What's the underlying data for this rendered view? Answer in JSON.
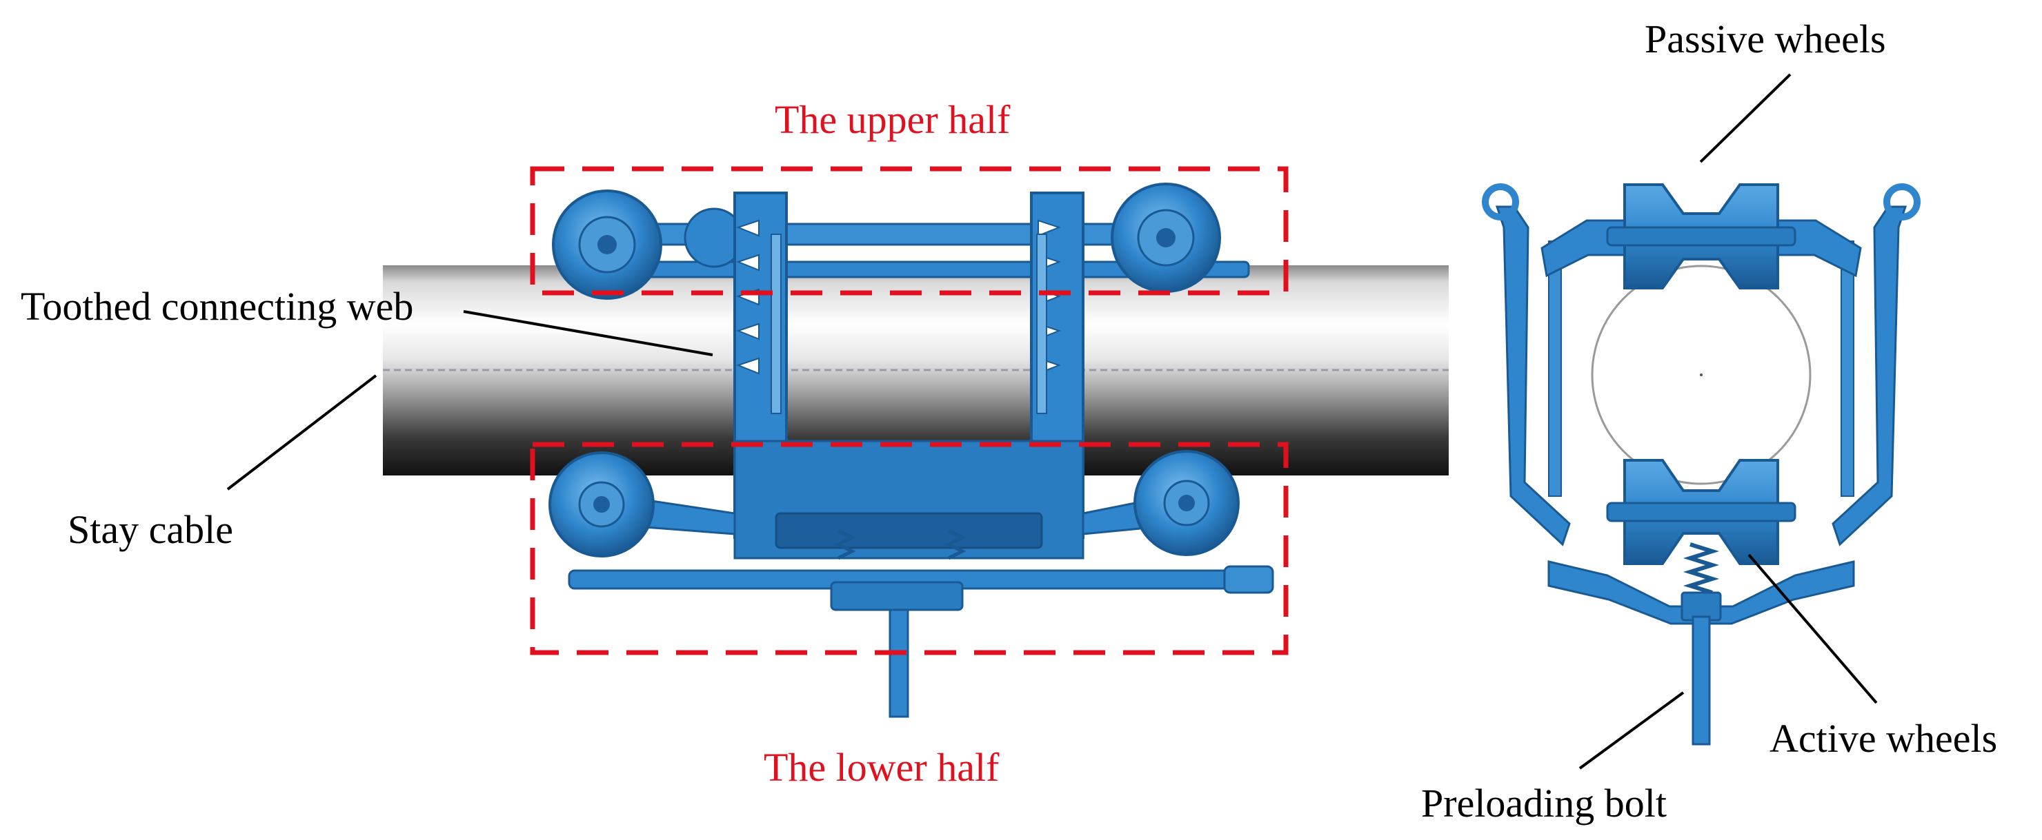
{
  "labels": {
    "upper_half": "The upper half",
    "lower_half": "The lower half",
    "toothed_web": "Toothed connecting web",
    "stay_cable": "Stay cable",
    "passive_wheels": "Passive wheels",
    "active_wheels": "Active wheels",
    "preloading_bolt": "Preloading bolt"
  },
  "colors": {
    "robot_blue": "#2f86cc",
    "robot_dark": "#1d5f9c",
    "robot_light": "#6fb2e6",
    "highlight_red": "#e0101e",
    "cable_light": "#f4f4f4",
    "cable_dark": "#1c1c1c"
  },
  "icons": {
    "side_view": "cable-robot-side-view",
    "front_view": "cable-robot-front-view"
  }
}
